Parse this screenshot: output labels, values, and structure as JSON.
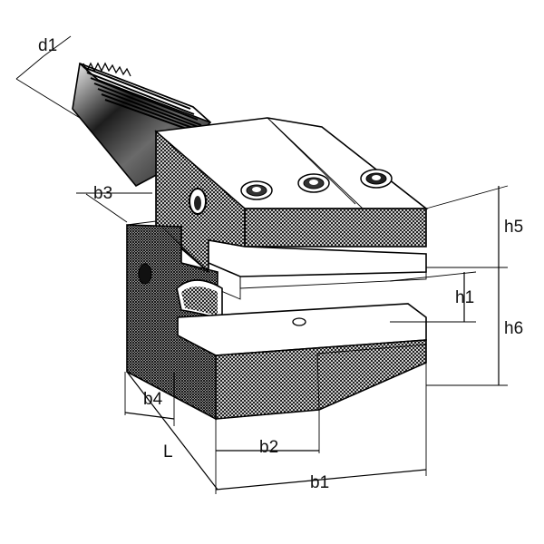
{
  "diagram": {
    "labels": {
      "d1": "d1",
      "b3": "b3",
      "h5": "h5",
      "h1": "h1",
      "h6": "h6",
      "b4": "b4",
      "L": "L",
      "b2": "b2",
      "b1": "b1"
    },
    "colors": {
      "ink": "#000000",
      "paper": "#ffffff",
      "face_light": "#e8e8e8",
      "face_mid": "#9a9a9a",
      "face_dark": "#2a2a2a"
    }
  }
}
